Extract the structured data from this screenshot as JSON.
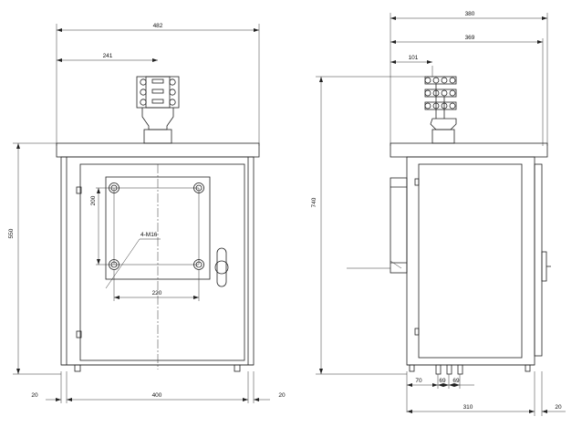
{
  "front_view": {
    "dimensions": {
      "overall_width": "482",
      "half_width": "241",
      "height": "550",
      "mount_spacing_v": "200",
      "mount_spacing_h": "220",
      "body_width": "400",
      "left_offset": "20",
      "right_offset": "20"
    },
    "bolt_label": "4-M16"
  },
  "side_view": {
    "dimensions": {
      "overall_depth": "380",
      "depth_369": "369",
      "terminal_offset": "101",
      "height": "740",
      "spacing_70": "70",
      "spacing_69a": "69",
      "spacing_69b": "69",
      "base_depth": "310",
      "rear_offset": "20"
    }
  }
}
